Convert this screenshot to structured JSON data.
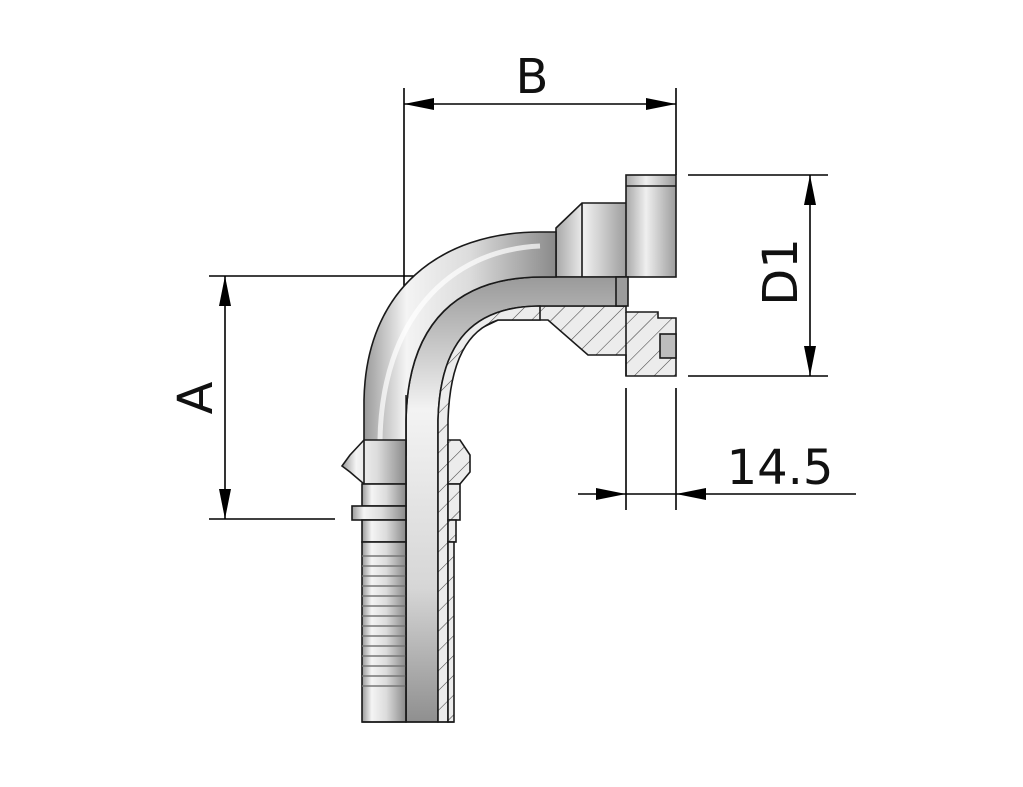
{
  "drawing": {
    "labels": {
      "dim_a": "A",
      "dim_b": "B",
      "dim_d1": "D1",
      "dim_flange": "14.5"
    },
    "colors": {
      "metal_light": "#f2f2f2",
      "metal_mid": "#c9c9c9",
      "metal_dark": "#8e8e8e",
      "section_fill": "#e9e9e9",
      "line": "#000000"
    }
  }
}
